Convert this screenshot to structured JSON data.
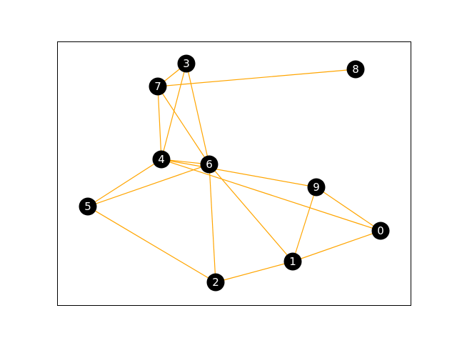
{
  "diagram": {
    "type": "network-graph",
    "colors": {
      "edge": "#ffa500",
      "node": "#000000",
      "label": "#ffffff",
      "frame": "#000000"
    },
    "nodes": [
      {
        "id": "0",
        "label": "0"
      },
      {
        "id": "1",
        "label": "1"
      },
      {
        "id": "2",
        "label": "2"
      },
      {
        "id": "3",
        "label": "3"
      },
      {
        "id": "4",
        "label": "4"
      },
      {
        "id": "5",
        "label": "5"
      },
      {
        "id": "6",
        "label": "6"
      },
      {
        "id": "7",
        "label": "7"
      },
      {
        "id": "8",
        "label": "8"
      },
      {
        "id": "9",
        "label": "9"
      }
    ],
    "edges": [
      [
        "7",
        "3"
      ],
      [
        "7",
        "8"
      ],
      [
        "7",
        "4"
      ],
      [
        "7",
        "6"
      ],
      [
        "3",
        "4"
      ],
      [
        "3",
        "6"
      ],
      [
        "4",
        "6"
      ],
      [
        "4",
        "5"
      ],
      [
        "4",
        "9"
      ],
      [
        "4",
        "0"
      ],
      [
        "6",
        "5"
      ],
      [
        "6",
        "2"
      ],
      [
        "6",
        "1"
      ],
      [
        "9",
        "1"
      ],
      [
        "9",
        "0"
      ],
      [
        "0",
        "1"
      ],
      [
        "1",
        "2"
      ],
      [
        "5",
        "2"
      ]
    ]
  }
}
